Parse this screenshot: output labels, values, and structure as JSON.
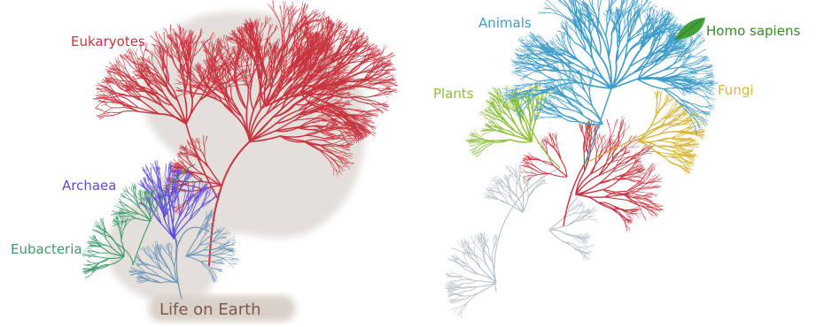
{
  "left_panel": {
    "labels": {
      "eukaryotes": "Eukaryotes",
      "archaea": "Archaea",
      "eubacteria": "Eubacteria",
      "life": "Life on Earth"
    }
  },
  "right_panel": {
    "labels": {
      "animals": "Animals",
      "homo_sapiens": "Homo sapiens",
      "plants": "Plants",
      "fungi": "Fungi"
    }
  },
  "colors": {
    "eukaryotes": "#c8343f",
    "archaea": "#5a4ad6",
    "eubacteria": "#3f9a6a",
    "base_blue": "#6a94b8",
    "life": "#7a5a4a",
    "life_bg": "#e2ddd9",
    "life_label_bg": "#d8cfc8",
    "animals": "#3f9cc9",
    "homo_sapiens": "#3a8a2a",
    "leaf": "#3fa03a",
    "plants": "#8dbf3a",
    "fungi": "#d8b63a",
    "grey_tree": "#b8c2cc"
  }
}
